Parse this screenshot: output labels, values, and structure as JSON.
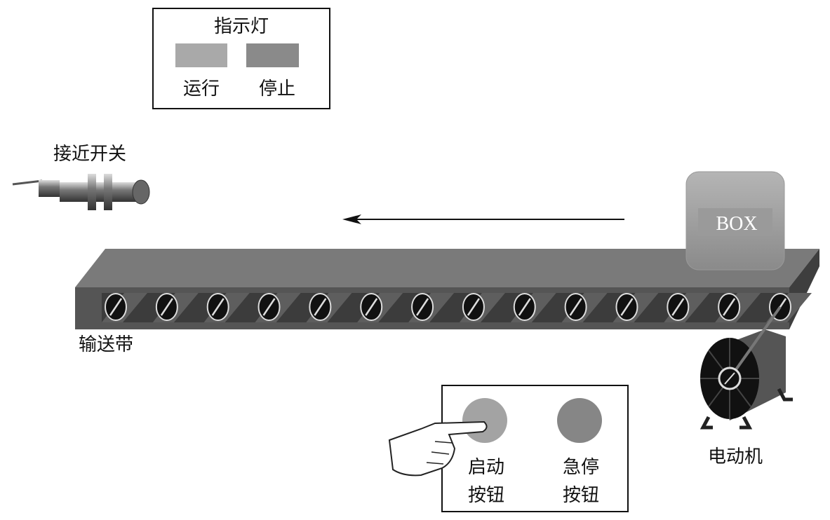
{
  "indicator": {
    "title": "指示灯",
    "run_label": "运行",
    "stop_label": "停止",
    "run_color": "#a9a9a9",
    "stop_color": "#8a8a8a"
  },
  "sensor": {
    "label": "接近开关"
  },
  "conveyor": {
    "label": "输送带",
    "roller_count": 14,
    "direction": "left"
  },
  "box": {
    "label": "BOX"
  },
  "motor": {
    "label": "电动机"
  },
  "buttons": {
    "start": {
      "line1": "启动",
      "line2": "按钮",
      "color": "#a3a3a3"
    },
    "estop": {
      "line1": "急停",
      "line2": "按钮",
      "color": "#868686"
    }
  }
}
